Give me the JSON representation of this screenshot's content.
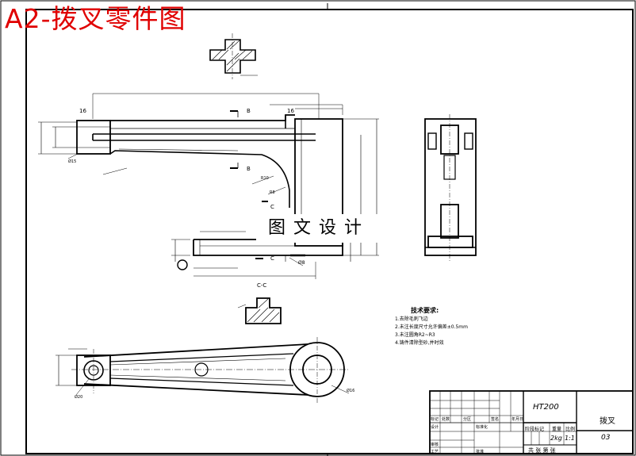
{
  "title": "A2-拨叉零件图",
  "watermark": "图文设计",
  "tech_requirements": {
    "heading": "技术要求:",
    "items": [
      "1.去除毛刺飞边",
      "2.未注长度尺寸允许偏差±0.5mm",
      "3.未注圆角R2~R3",
      "4.铸件清除型砂,并时效"
    ]
  },
  "section_label": "C-C",
  "title_block": {
    "material": "HT200",
    "part_name": "拨叉",
    "drawing_no": "03",
    "weight": "2kg",
    "scale": "1:1",
    "sheets": "共 张  第 张",
    "labels": {
      "mark": "标记",
      "count": "处数",
      "zone": "分区",
      "change_doc": "更改文件号",
      "signature": "签名",
      "date": "年月日",
      "design": "设计",
      "standardize": "标准化",
      "stage_mark": "阶段标记",
      "weight": "重量",
      "scale": "比例",
      "review": "审核",
      "process": "工艺",
      "approve": "批准"
    }
  },
  "labels": {
    "view_b": "B",
    "view_c": "C",
    "dims": [
      "16",
      "16",
      "R10",
      "R8",
      "Ø8",
      "Ø15",
      "Ø16",
      "Ø20"
    ]
  }
}
